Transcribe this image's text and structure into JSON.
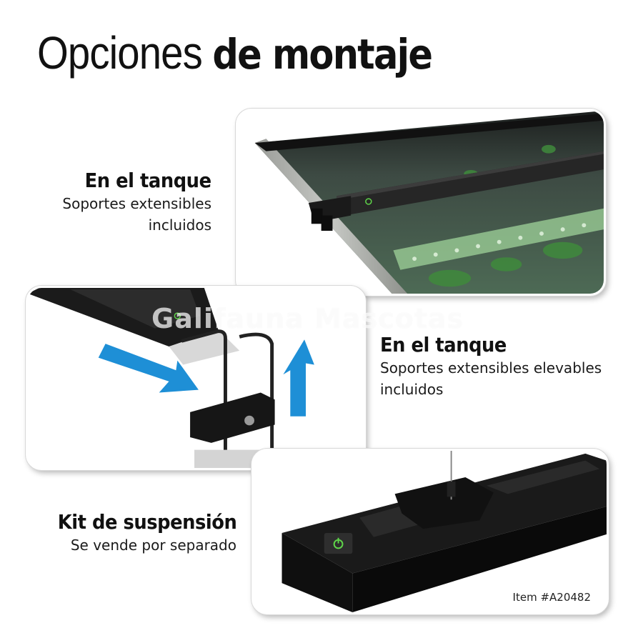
{
  "title": {
    "light": "Opciones",
    "bold": "de montaje"
  },
  "options": [
    {
      "heading": "En el tanque",
      "lines": [
        "Soportes extensibles",
        "incluidos"
      ]
    },
    {
      "heading": "En el tanque",
      "lines": [
        "Soportes extensibles elevables",
        "incluidos"
      ]
    },
    {
      "heading": "Kit de suspensión",
      "lines": [
        "Se vende por separado"
      ]
    }
  ],
  "item_number": "Item #A20482",
  "watermark": "Galifauna Mascotas",
  "colors": {
    "accent_blue": "#1e8fd6",
    "led_green": "#5fd64a",
    "fixture_black": "#141414"
  },
  "icons": {
    "power": "power-icon",
    "arrow_right": "arrow-right-icon",
    "arrow_up": "arrow-up-icon"
  }
}
